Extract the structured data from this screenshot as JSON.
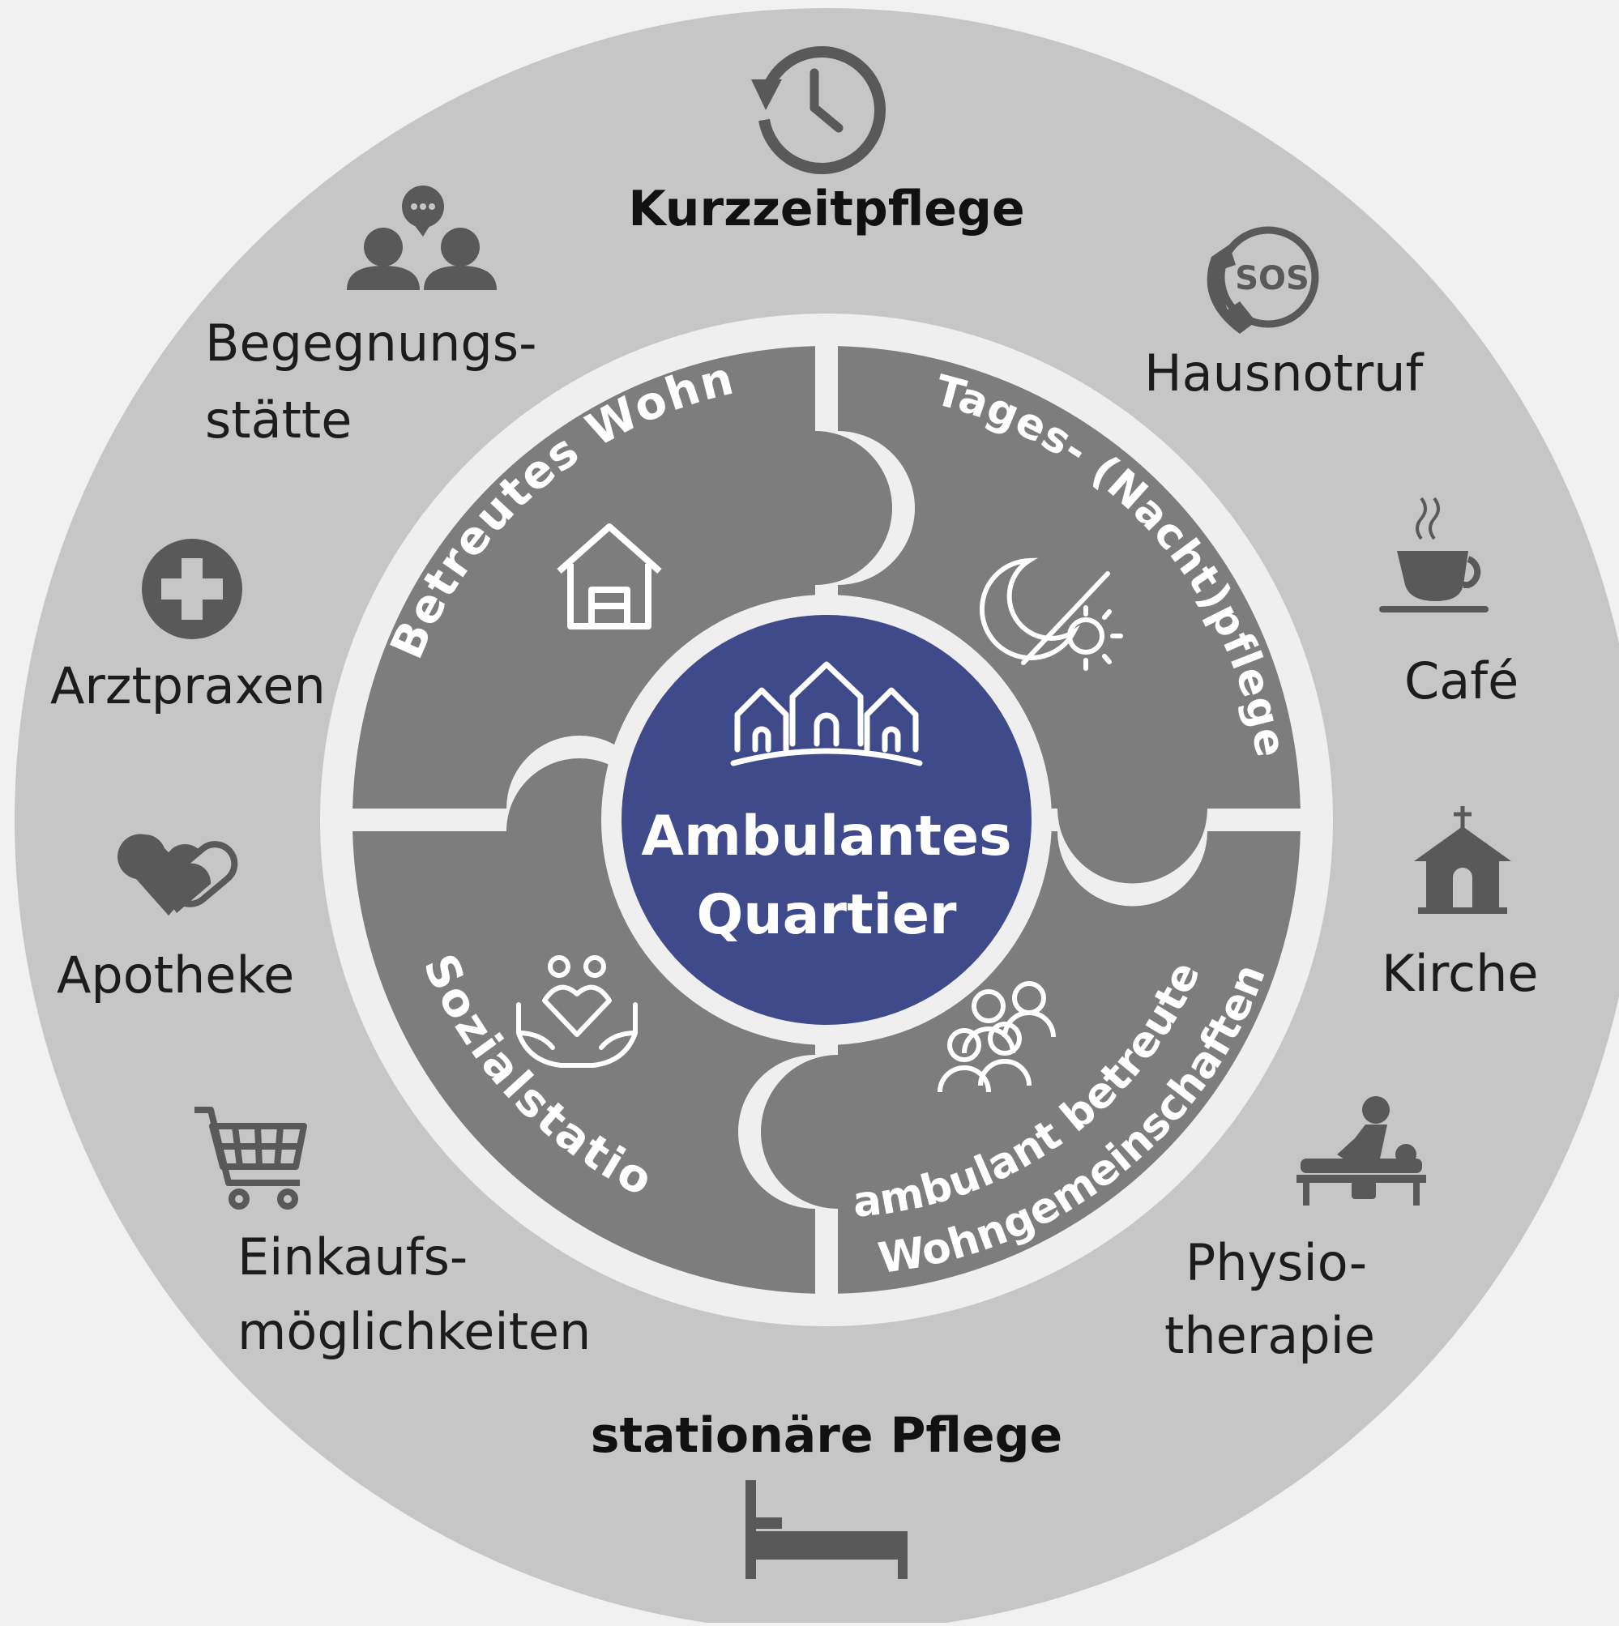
{
  "center": {
    "title_line1": "Ambulantes",
    "title_line2": "Quartier",
    "icon": "houses-icon"
  },
  "inner_ring": [
    {
      "key": "betreutes",
      "label": "Betreutes Wohnen",
      "icon": "house-icon"
    },
    {
      "key": "tagespflege",
      "label": "Tages- (Nacht)pflege",
      "icon": "moon-sun-icon"
    },
    {
      "key": "wg",
      "label_line1": "ambulant betreute",
      "label_line2": "Wohngemeinschaften",
      "icon": "group-people-icon"
    },
    {
      "key": "sozial",
      "label": "Sozialstation",
      "icon": "caring-hands-icon"
    }
  ],
  "outer_ring": {
    "top": {
      "label": "Kurzzeitpflege",
      "icon": "clock-history-icon"
    },
    "bottom": {
      "label": "stationäre Pflege",
      "icon": "bed-icon"
    },
    "begegnung": {
      "line1": "Begegnungs-",
      "line2": "stätte",
      "icon": "people-chat-icon"
    },
    "arzt": {
      "label": "Arztpraxen",
      "icon": "medical-cross-icon"
    },
    "apotheke": {
      "label": "Apotheke",
      "icon": "pills-icon"
    },
    "einkauf": {
      "line1": "Einkaufs-",
      "line2": "möglichkeiten",
      "icon": "shopping-cart-icon"
    },
    "hausnotruf": {
      "label": "Hausnotruf",
      "icon": "sos-phone-icon",
      "badge": "SOS"
    },
    "cafe": {
      "label": "Café",
      "icon": "coffee-cup-icon"
    },
    "kirche": {
      "label": "Kirche",
      "icon": "church-icon"
    },
    "physio": {
      "line1": "Physio-",
      "line2": "therapie",
      "icon": "physiotherapy-icon"
    }
  },
  "colors": {
    "background": "#f1f1f1",
    "outer_ring": "#c6c6c6",
    "inner_ring": "#7d7d7d",
    "center": "#3f4a8a",
    "icon_dark": "#595959",
    "text_dark": "#1c1c1c",
    "text_light": "#ffffff"
  }
}
